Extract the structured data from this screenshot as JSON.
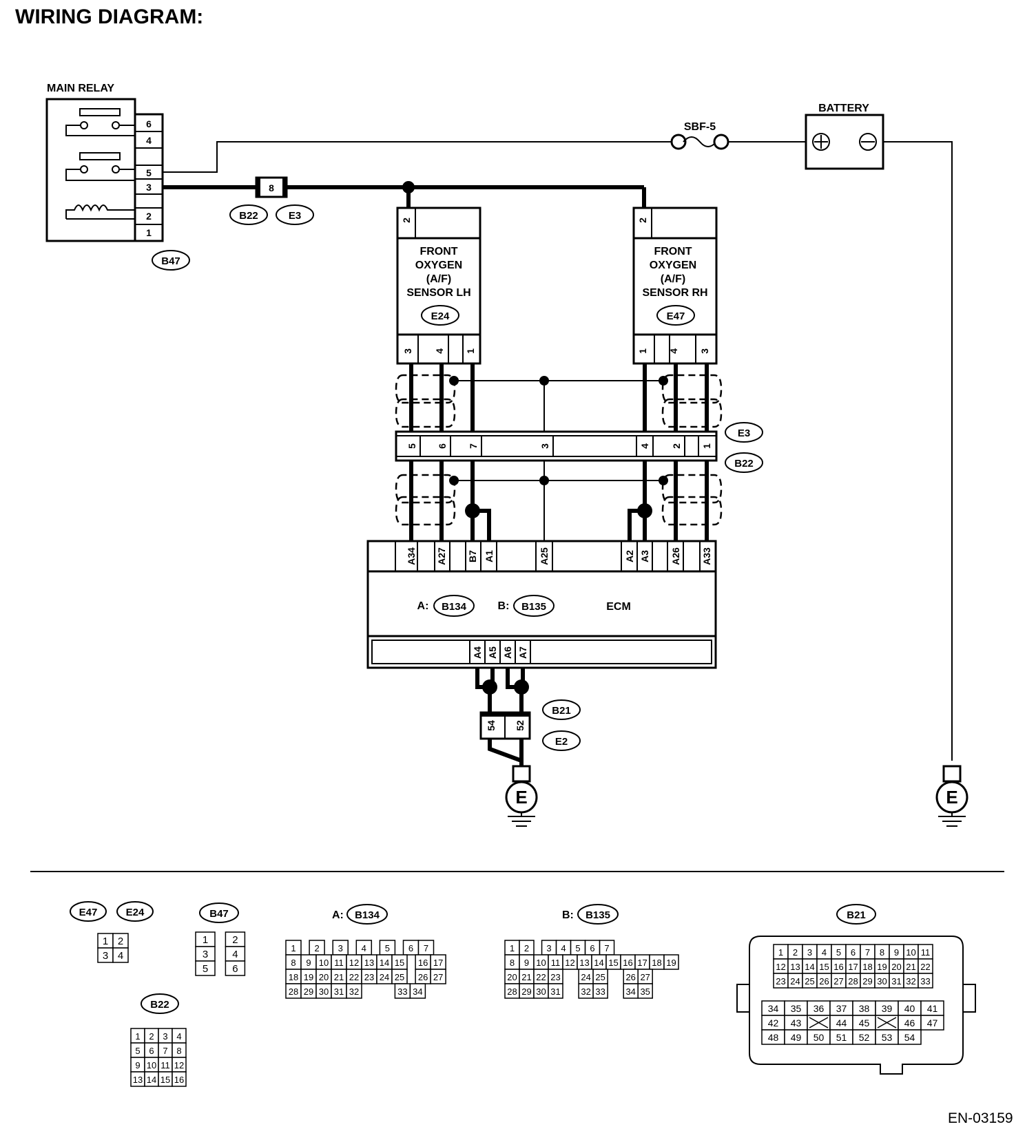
{
  "page_title": "WIRING DIAGRAM:",
  "doc_id": "EN-03159",
  "components": {
    "main_relay": "MAIN RELAY",
    "battery": "BATTERY",
    "fuse": "SBF-5",
    "sensor_lh": [
      "FRONT",
      "OXYGEN",
      "(A/F)",
      "SENSOR LH"
    ],
    "sensor_rh": [
      "FRONT",
      "OXYGEN",
      "(A/F)",
      "SENSOR RH"
    ],
    "ecm": "ECM",
    "ecm_conn_a_prefix": "A:",
    "ecm_conn_b_prefix": "B:",
    "ground": "E"
  },
  "connector_ids": {
    "relay": "B47",
    "inline_1": "B22",
    "inline_2": "E3",
    "sensor_lh": "E24",
    "sensor_rh": "E47",
    "ecm_a": "B134",
    "ecm_b": "B135",
    "ground_1": "B21",
    "ground_2": "E2"
  },
  "pins": {
    "relay": [
      "6",
      "4",
      "",
      "5",
      "3",
      "",
      "2",
      "1"
    ],
    "inline_power": "8",
    "sensor_lh_top": "2",
    "sensor_rh_top": "2",
    "sensor_lh_bottom": [
      "3",
      "4",
      "",
      "1"
    ],
    "sensor_rh_bottom": [
      "1",
      "4",
      "",
      "3"
    ],
    "harness": [
      "5",
      "6",
      "7",
      "3",
      "4",
      "2",
      "1"
    ],
    "ecm_top": [
      "A34",
      "A27",
      "B7",
      "A1",
      "A25",
      "A2",
      "A3",
      "A26",
      "A33"
    ],
    "ecm_bottom": [
      "A4",
      "A5",
      "A6",
      "A7"
    ],
    "ground_conn": [
      "54",
      "52"
    ]
  },
  "legend": {
    "labels": [
      "E47",
      "E24",
      "B47",
      "B134",
      "B135",
      "B22",
      "B21"
    ],
    "prefix_a": "A:",
    "prefix_b": "B:",
    "e47_e24_grid": [
      [
        "1",
        "2"
      ],
      [
        "3",
        "4"
      ]
    ],
    "b47_grid": [
      [
        "1",
        "",
        "2"
      ],
      [
        "3",
        "",
        "4"
      ],
      [
        "5",
        "",
        "6"
      ]
    ],
    "b22_grid": [
      [
        "1",
        "2",
        "3",
        "4"
      ],
      [
        "5",
        "6",
        "7",
        "8"
      ],
      [
        "9",
        "10",
        "11",
        "12"
      ],
      [
        "13",
        "14",
        "15",
        "16"
      ]
    ],
    "b134_grid": [
      [
        "1",
        "",
        "2",
        "",
        "3",
        "",
        "4",
        "",
        "5",
        "",
        "6",
        "7"
      ],
      [
        "8",
        "9",
        "10",
        "11",
        "12",
        "13",
        "14",
        "15",
        "",
        "16",
        "17"
      ],
      [
        "18",
        "19",
        "20",
        "21",
        "22",
        "23",
        "24",
        "25",
        "",
        "26",
        "27"
      ],
      [
        "28",
        "29",
        "30",
        "31",
        "32",
        "",
        "",
        "",
        "",
        "33",
        "34"
      ]
    ],
    "b135_grid": [
      [
        "1",
        "2",
        "",
        "3",
        "4",
        "5",
        "6",
        "7"
      ],
      [
        "8",
        "9",
        "10",
        "11",
        "12",
        "13",
        "14",
        "15",
        "16",
        "17",
        "18",
        "19"
      ],
      [
        "20",
        "21",
        "22",
        "23",
        "",
        "",
        "24",
        "25",
        "",
        "",
        "26",
        "27"
      ],
      [
        "28",
        "29",
        "30",
        "31",
        "",
        "",
        "32",
        "33",
        "",
        "",
        "34",
        "35"
      ]
    ],
    "b21_top": [
      [
        "1",
        "2",
        "3",
        "4",
        "5",
        "6",
        "7",
        "8",
        "9",
        "10",
        "11"
      ],
      [
        "12",
        "13",
        "14",
        "15",
        "16",
        "17",
        "18",
        "19",
        "20",
        "21",
        "22"
      ],
      [
        "23",
        "24",
        "25",
        "26",
        "27",
        "28",
        "29",
        "30",
        "31",
        "32",
        "33"
      ]
    ],
    "b21_bottom": [
      [
        "34",
        "35",
        "36",
        "37",
        "38",
        "39",
        "40",
        "41"
      ],
      [
        "42",
        "43",
        "X",
        "44",
        "45",
        "X",
        "46",
        "47"
      ],
      [
        "48",
        "49",
        "50",
        "51",
        "52",
        "53",
        "54"
      ]
    ]
  }
}
